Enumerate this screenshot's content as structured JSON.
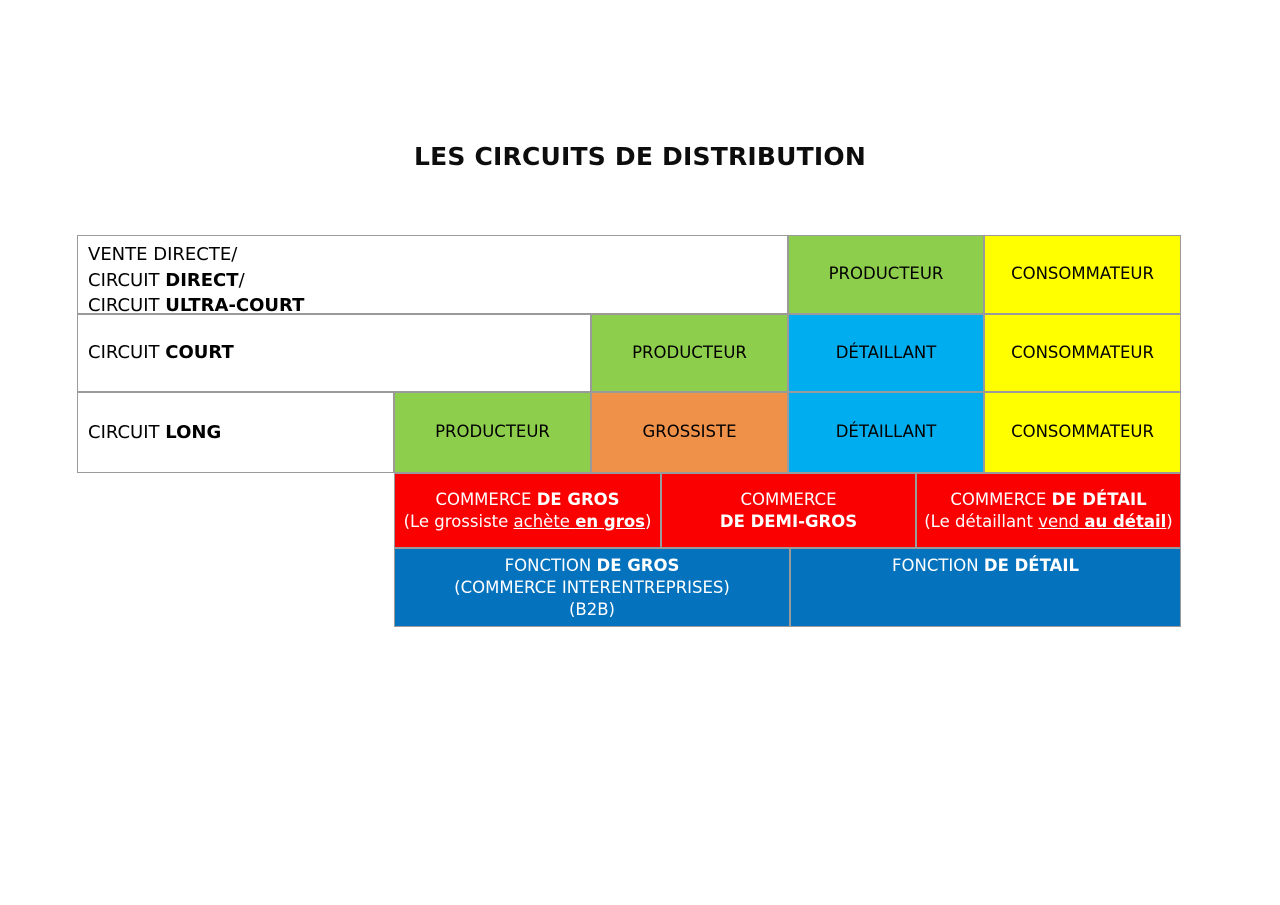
{
  "page": {
    "title": "LES CIRCUITS DE DISTRIBUTION"
  },
  "colors": {
    "producteur": "#8DCE4D",
    "grossiste": "#F0914A",
    "detaillant": "#00AEEF",
    "consommateur": "#FFFF00",
    "commerce_band": "#FA0000",
    "fonction_band": "#0572BE",
    "border": "#9a9a9a",
    "text": "#000000",
    "band_text": "#ffffff"
  },
  "chart_data": {
    "type": "table",
    "title": "LES CIRCUITS DE DISTRIBUTION",
    "rows": [
      {
        "label_lines": [
          "VENTE DIRECTE/",
          "CIRCUIT DIRECT/",
          "CIRCUIT ULTRA-COURT"
        ],
        "label_plain": "VENTE DIRECTE/ CIRCUIT DIRECT/ CIRCUIT ULTRA-COURT",
        "stages": [
          {
            "name": "PRODUCTEUR",
            "color": "#8DCE4D"
          },
          {
            "name": "CONSOMMATEUR",
            "color": "#FFFF00"
          }
        ]
      },
      {
        "label_lines": [
          "CIRCUIT COURT"
        ],
        "label_plain": "CIRCUIT COURT",
        "stages": [
          {
            "name": "PRODUCTEUR",
            "color": "#8DCE4D"
          },
          {
            "name": "DÉTAILLANT",
            "color": "#00AEEF"
          },
          {
            "name": "CONSOMMATEUR",
            "color": "#FFFF00"
          }
        ]
      },
      {
        "label_lines": [
          "CIRCUIT LONG"
        ],
        "label_plain": "CIRCUIT LONG",
        "stages": [
          {
            "name": "PRODUCTEUR",
            "color": "#8DCE4D"
          },
          {
            "name": "GROSSISTE",
            "color": "#F0914A"
          },
          {
            "name": "DÉTAILLANT",
            "color": "#00AEEF"
          },
          {
            "name": "CONSOMMATEUR",
            "color": "#FFFF00"
          }
        ]
      }
    ],
    "commerce_band": [
      {
        "line1": "COMMERCE DE GROS",
        "line2": "(Le grossiste achète en gros)"
      },
      {
        "line1": "COMMERCE",
        "line2": "DE DEMI-GROS"
      },
      {
        "line1": "COMMERCE DE DÉTAIL",
        "line2": "(Le détaillant vend au détail)"
      }
    ],
    "fonction_band": [
      {
        "line1": "FONCTION DE GROS",
        "line2": "(COMMERCE INTERENTREPRISES)",
        "line3": "(B2B)"
      },
      {
        "line1": "FONCTION DE DÉTAIL"
      }
    ]
  },
  "labels": {
    "row1": {
      "l1": "VENTE DIRECTE/",
      "l2a": "CIRCUIT ",
      "l2b": "DIRECT",
      "l2c": "/",
      "l3a": "CIRCUIT ",
      "l3b": "ULTRA-COURT"
    },
    "row2": {
      "a": "CIRCUIT ",
      "b": "COURT"
    },
    "row3": {
      "a": "CIRCUIT ",
      "b": "LONG"
    }
  },
  "stages": {
    "producteur": "PRODUCTEUR",
    "grossiste": "GROSSISTE",
    "detaillant": "DÉTAILLANT",
    "consommateur": "CONSOMMATEUR"
  },
  "commerce": {
    "gros": {
      "l1a": "COMMERCE ",
      "l1b": "DE GROS",
      "l2a": "(Le grossiste ",
      "l2b": "achète ",
      "l2c": "en gros",
      "l2d": ")"
    },
    "demi": {
      "l1": "COMMERCE",
      "l2": "DE DEMI-GROS"
    },
    "detail": {
      "l1a": "COMMERCE ",
      "l1b": "DE DÉTAIL",
      "l2a": "(Le détaillant ",
      "l2b": "vend ",
      "l2c": "au détail",
      "l2d": ")"
    }
  },
  "fonction": {
    "gros": {
      "l1a": "FONCTION ",
      "l1b": "DE GROS",
      "l2": "(COMMERCE INTERENTREPRISES)",
      "l3": "(B2B)"
    },
    "detail": {
      "l1a": "FONCTION ",
      "l1b": "DE DÉTAIL"
    }
  }
}
